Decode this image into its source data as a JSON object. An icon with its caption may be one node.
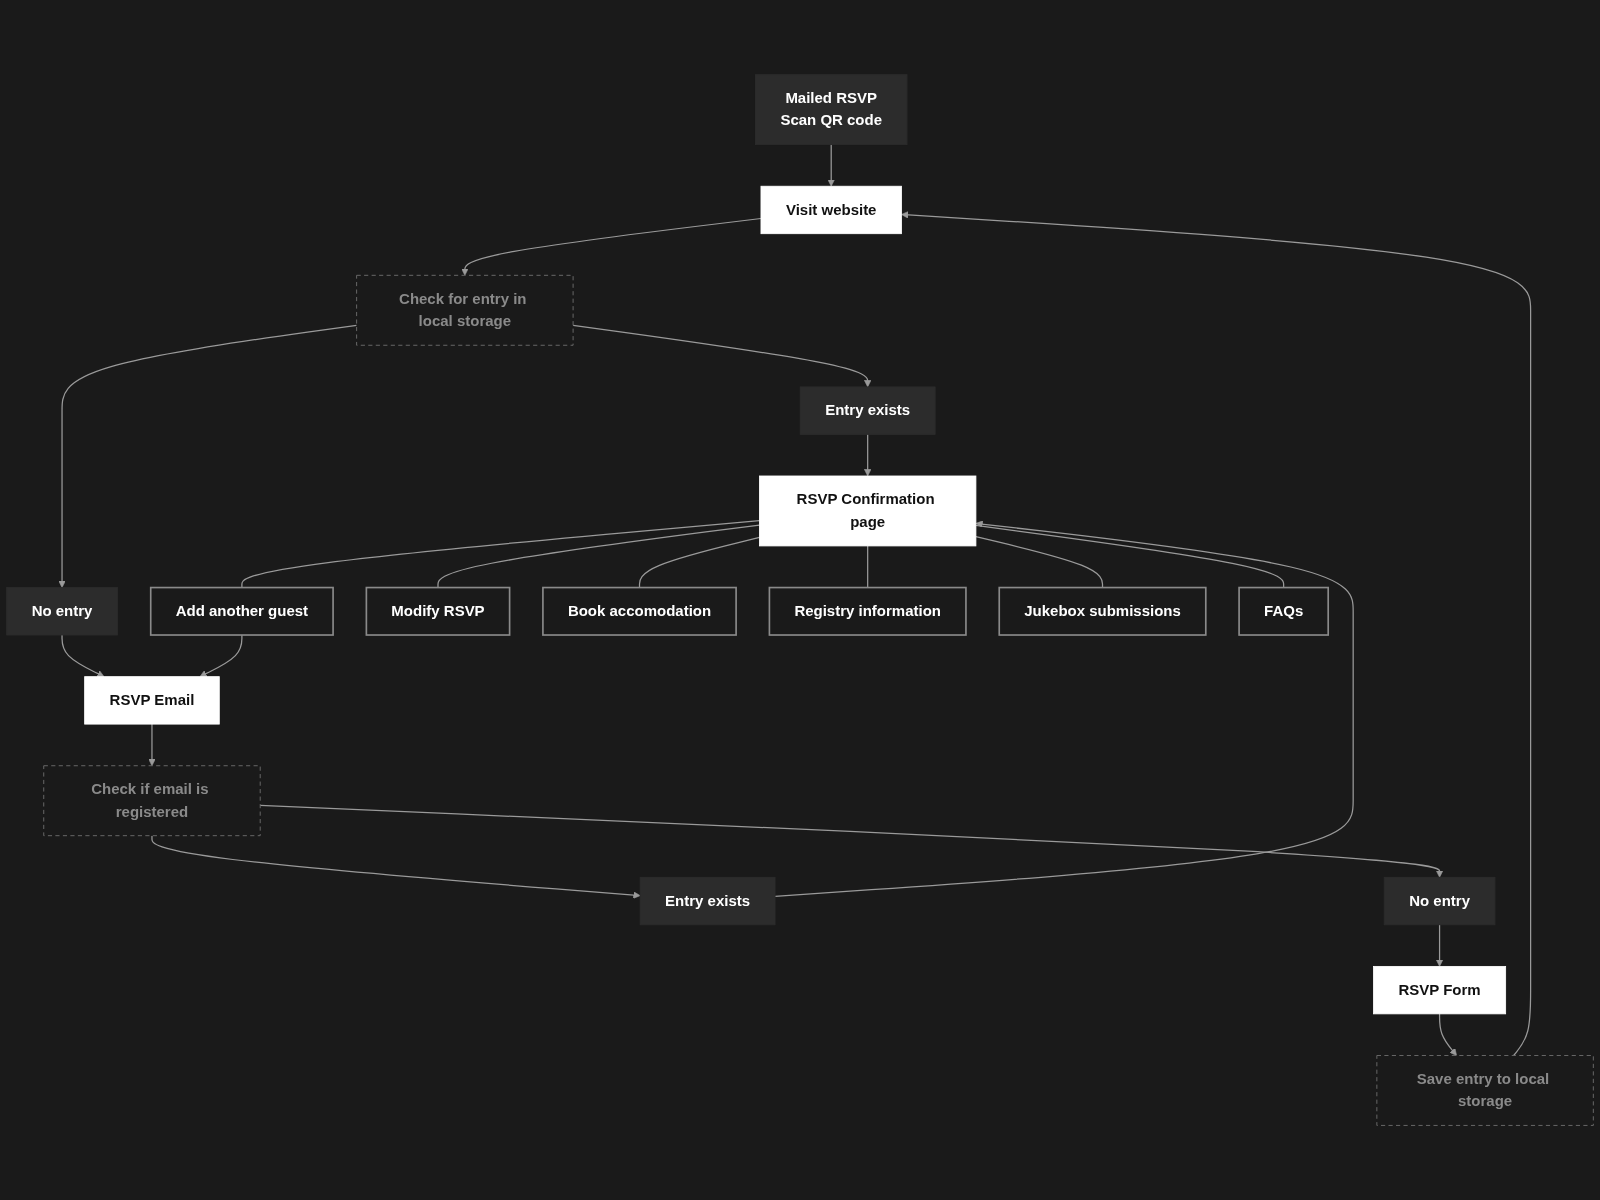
{
  "diagram": {
    "nodes": [
      {
        "text": [
          "Mailed RSVP",
          "Scan QR code"
        ]
      },
      {
        "text": [
          "Visit website"
        ]
      },
      {
        "text": [
          "Check for entry in local storage"
        ]
      },
      {
        "text": [
          "Entry exists"
        ]
      },
      {
        "text": [
          "No entry"
        ]
      },
      {
        "text": [
          "RSVP Confirmation page"
        ]
      },
      {
        "text": [
          "Add another guest"
        ]
      },
      {
        "text": [
          "Modify RSVP"
        ]
      },
      {
        "text": [
          "Book accomodation"
        ]
      },
      {
        "text": [
          "Registry information"
        ]
      },
      {
        "text": [
          "Jukebox submissions"
        ]
      },
      {
        "text": [
          "FAQs"
        ]
      },
      {
        "text": [
          "RSVP Email"
        ]
      },
      {
        "text": [
          "Check if email is registered"
        ]
      },
      {
        "text": [
          "Entry exists"
        ]
      },
      {
        "text": [
          "No entry"
        ]
      },
      {
        "text": [
          "RSVP Form"
        ]
      },
      {
        "text": [
          "Save entry to local storage"
        ]
      }
    ],
    "edges": [
      {
        "from": 0,
        "to": 1,
        "arrow": "to"
      },
      {
        "from": 1,
        "to": 2,
        "arrow": "to"
      },
      {
        "from": 2,
        "to": 3,
        "arrow": "to"
      },
      {
        "from": 2,
        "to": 4,
        "arrow": "to"
      },
      {
        "from": 3,
        "to": 5,
        "arrow": "to"
      },
      {
        "from": 4,
        "to": 12,
        "arrow": "to"
      },
      {
        "from": 5,
        "to": 6,
        "arrow": "none"
      },
      {
        "from": 5,
        "to": 7,
        "arrow": "none"
      },
      {
        "from": 5,
        "to": 8,
        "arrow": "none"
      },
      {
        "from": 5,
        "to": 9,
        "arrow": "none"
      },
      {
        "from": 5,
        "to": 10,
        "arrow": "none"
      },
      {
        "from": 5,
        "to": 11,
        "arrow": "none"
      },
      {
        "from": 6,
        "to": 12,
        "arrow": "to"
      },
      {
        "from": 12,
        "to": 13,
        "arrow": "to"
      },
      {
        "from": 13,
        "to": 14,
        "arrow": "to"
      },
      {
        "from": 13,
        "to": 15,
        "arrow": "to"
      },
      {
        "from": 14,
        "to": 5,
        "arrow": "to"
      },
      {
        "from": 15,
        "to": 16,
        "arrow": "to"
      },
      {
        "from": 16,
        "to": 17,
        "arrow": "to"
      },
      {
        "from": 17,
        "to": 1,
        "arrow": "to"
      }
    ]
  }
}
